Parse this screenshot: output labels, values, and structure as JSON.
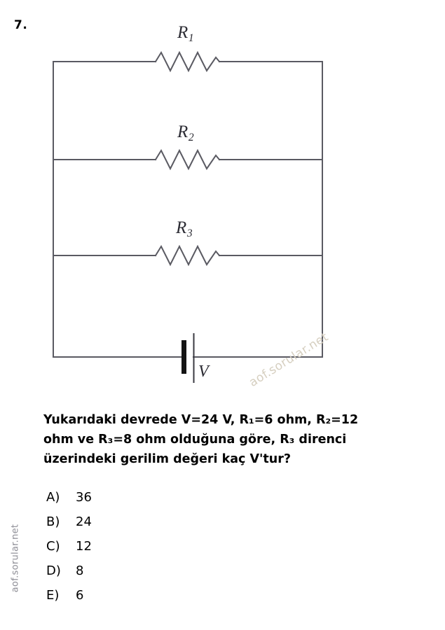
{
  "question": {
    "number": "7.",
    "lines": [
      "Yukarıdaki devrede V=24 V, R₁=6 ohm, R₂=12",
      "ohm  ve R₃=8  ohm  olduğuna  göre, R₃ direnci",
      "üzerindeki gerilim değeri kaç V'tur?"
    ],
    "full_text": "Yukarıdaki devrede V=24 V, R1=6 ohm, R2=12 ohm ve R3=8 ohm olduğuna göre, R3 direnci üzerindeki gerilim değeri kaç V'tur?"
  },
  "circuit": {
    "labels": {
      "r1": "R",
      "r1_sub": "1",
      "r2": "R",
      "r2_sub": "2",
      "r3": "R",
      "r3_sub": "3",
      "source": "V"
    },
    "wire_color": "#5a5a62",
    "battery_color": "#1a1a1a"
  },
  "options": [
    {
      "letter": "A)",
      "value": "36"
    },
    {
      "letter": "B)",
      "value": "24"
    },
    {
      "letter": "C)",
      "value": "12"
    },
    {
      "letter": "D)",
      "value": "8"
    },
    {
      "letter": "E)",
      "value": "6"
    }
  ],
  "watermarks": {
    "side": "aof.sorular.net",
    "diagonal": "aof.sorular.net"
  }
}
